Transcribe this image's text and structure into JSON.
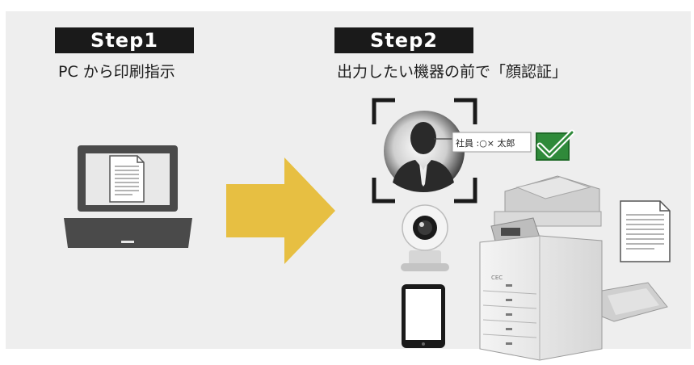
{
  "step1": {
    "badge": "Step1",
    "caption": "PC から印刷指示"
  },
  "step2": {
    "badge": "Step2",
    "caption": "出力したい機器の前で「顔認証」"
  },
  "recognition_label": "社員 :○× 太郎",
  "mfp_brand": "CEC",
  "colors": {
    "arrow": "#e7bf42",
    "check": "#2f8a3a",
    "badge_bg": "#1a1a1a",
    "panel_bg": "#eeeeee",
    "device_dark": "#4a4a4a"
  }
}
